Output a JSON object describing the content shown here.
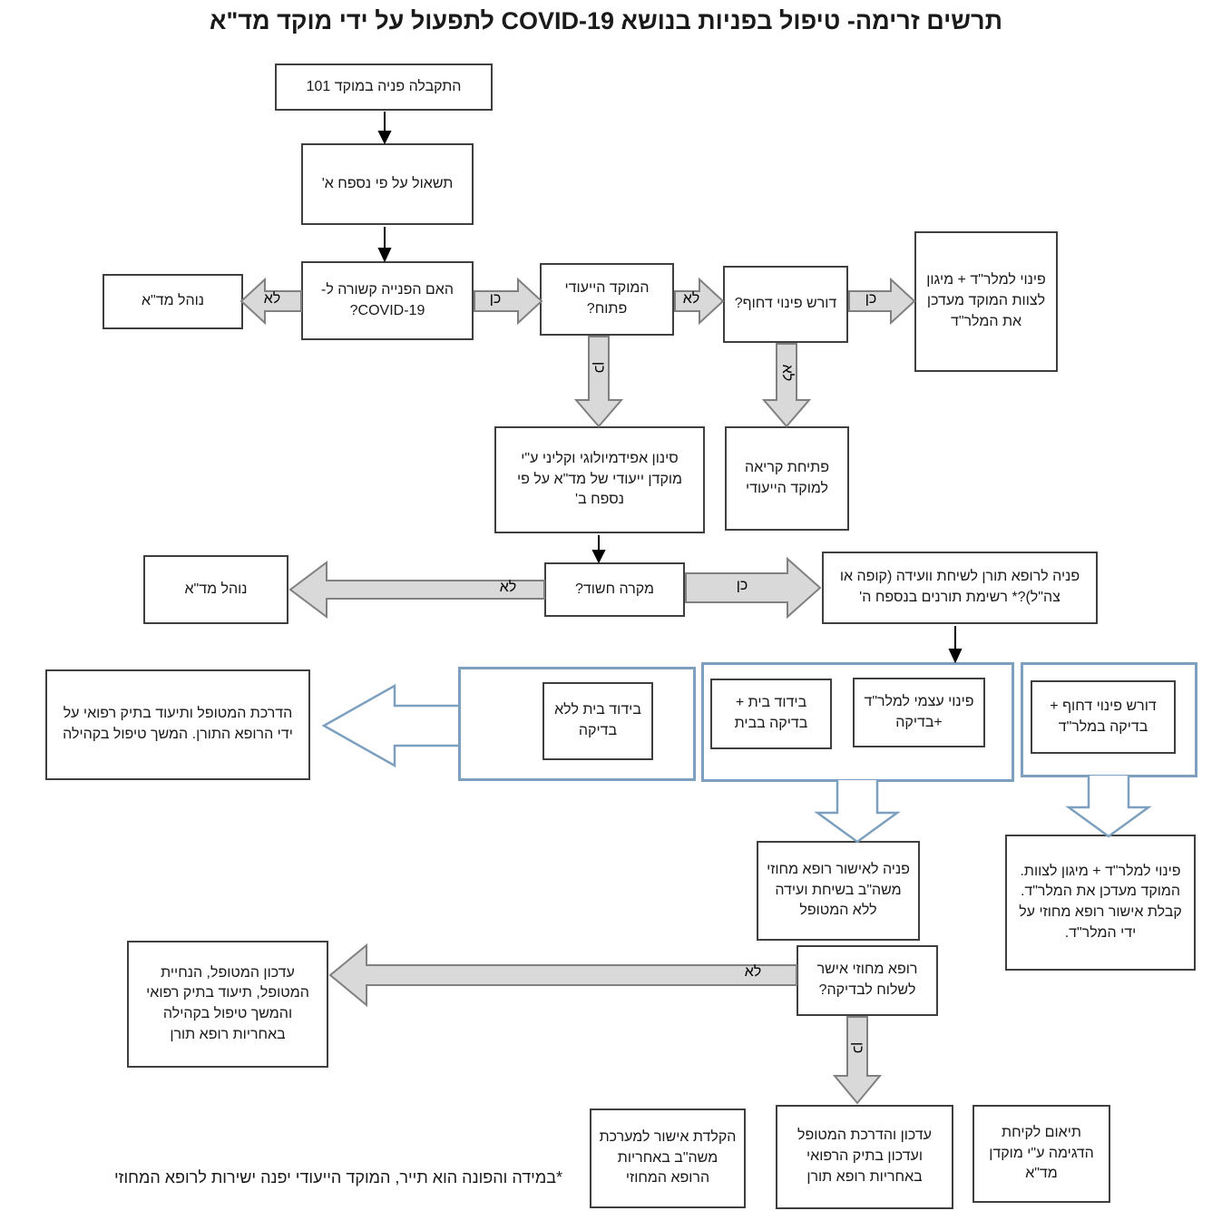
{
  "title": "תרשים זרימה- טיפול בפניות בנושא COVID-19 לתפעול על ידי מוקד מד\"א",
  "labels": {
    "yes": "כן",
    "no": "לא"
  },
  "boxes": {
    "received_101": "התקבלה פניה במוקד 101",
    "appendix_a": "תשאול על פי נספח א'",
    "covid_related": "האם הפנייה קשורה ל-COVID-19?",
    "mda_procedure": "נוהל מד\"א",
    "dedicated_open": "המוקד הייעודי פתוח?",
    "urgent_evac": "דורש פינוי דחוף?",
    "evac_protect_update": "פינוי למלר\"ד + מיגון לצוות המוקד מעדכן את המלר\"ד",
    "screening": "סינון אפידמיולוגי וקליני ע\"י מוקדן ייעודי של מד\"א על פי נספח ב'",
    "open_call": "פתיחת קריאה למוקד הייעודי",
    "suspected": "מקרה חשוד?",
    "duty_doctor": "פניה לרופא תורן לשיחת וועידה (קופה או צה\"ל)?* רשימת תורנים בנספח ה'",
    "isolation_no_test": "בידוד בית ללא בדיקה",
    "isolation_home_test": "בידוד בית + בדיקה בבית",
    "self_evac_test": "פינוי עצמי למלר\"ד +בדיקה",
    "urgent_evac_test": "דורש פינוי דחוף + בדיקה במלר\"ד",
    "guidance_community": "הדרכת המטופל ותיעוד בתיק רפואי על ידי הרופא התורן. המשך טיפול בקהילה",
    "district_approval": "פניה לאישור רופא מחוזי משה\"ב בשיחת ועידה ללא המטופל",
    "evac_protect_approval": "פינוי למלר\"ד + מיגון לצוות. המוקד מעדכן את המלר\"ד. קבלת אישור רופא מחוזי על ידי המלר\"ד.",
    "district_approved_q": "רופא מחוזי אישר לשלוח לבדיקה?",
    "update_patient_community": "עדכון המטופל, הנחיית המטופל, תיעוד בתיק רפואי והמשך טיפול בקהילה באחריות רופא תורן",
    "typing_approval": "הקלדת אישור למערכת משה\"ב באחריות הרופא המחוזי",
    "update_guide_patient": "עדכון והדרכת המטופל ועדכון בתיק הרפואי באחריות רופא תורן",
    "sample_coordination": "תיאום לקיחת הדגימה ע\"י מוקדן מד\"א"
  },
  "footnote": "*במידה והפונה הוא תייר, המוקד הייעודי יפנה ישירות לרופא המחוזי",
  "colors": {
    "box_border": "#3f3f3f",
    "blue_accent": "#7da0bf",
    "arrow_fill": "#d9d9d9",
    "arrow_stroke": "#808080"
  }
}
